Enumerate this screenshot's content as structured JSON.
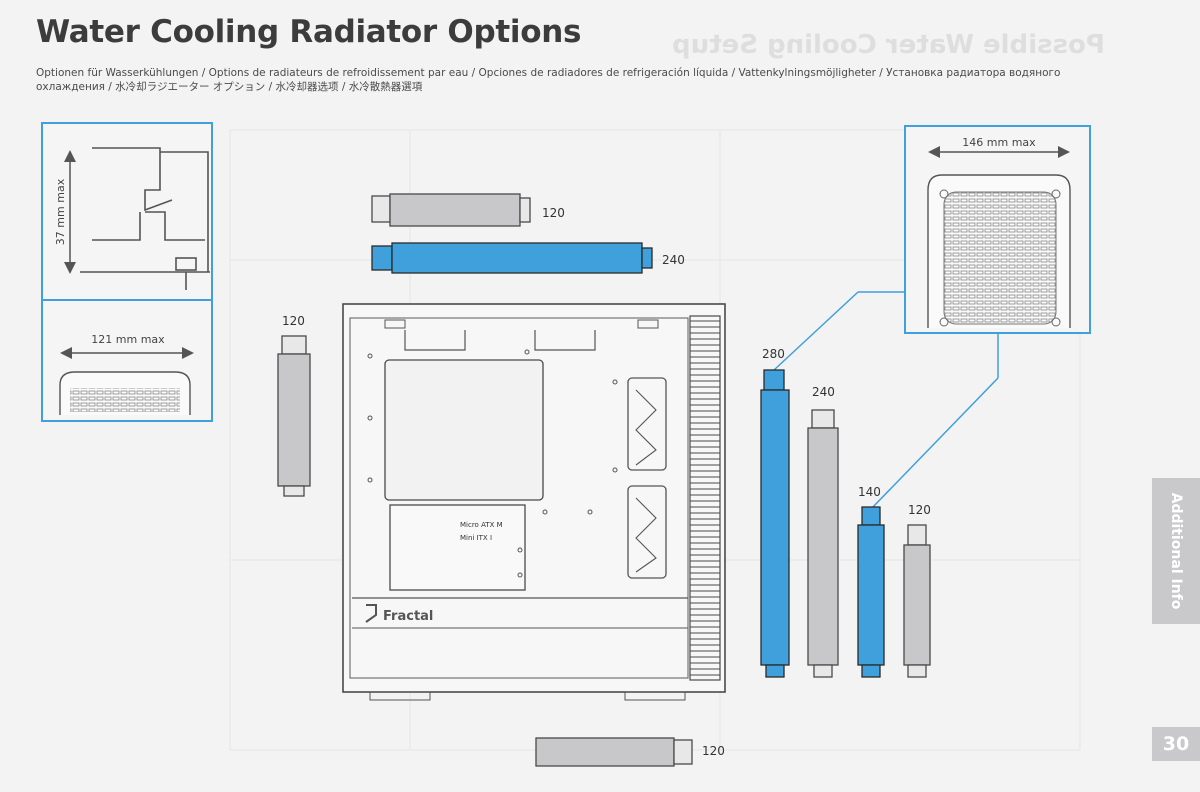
{
  "page": {
    "title": "Water Cooling Radiator Options",
    "subtitle": "Optionen für Wasserkühlungen / Options de radiateurs de refroidissement par eau / Opciones de radiadores de refrigeración líquida / Vattenkylningsmöjligheter / Установка радиатора водяного охлаждения / 水冷却ラジエーター オプション / 水冷却器选项 / 水冷散熱器選項",
    "ghost_heading": "Possible Water Cooling Setup",
    "side_tab": "Additional Info",
    "page_number": "30"
  },
  "colors": {
    "accent": "#3fa0dc",
    "radiator_gray": "#c8c8ca",
    "outline": "#4a4a4a"
  },
  "insets": {
    "top_clearance": "37 mm max",
    "bottom_clearance": "121 mm max",
    "front_clearance": "146 mm max"
  },
  "radiators": {
    "top_120": "120",
    "top_240": "240",
    "rear_120": "120",
    "front_280": "280",
    "front_240": "240",
    "front_140": "140",
    "front_120": "120",
    "bottom_120": "120"
  },
  "case": {
    "brand": "Fractal",
    "mobo_label_1": "Micro ATX  M",
    "mobo_label_2": "Mini ITX    I"
  }
}
